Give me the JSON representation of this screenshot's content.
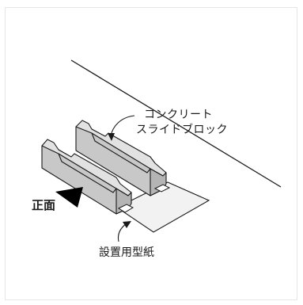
{
  "labels": {
    "concrete": "コンクリート",
    "slide_block": "スライドブロック",
    "front": "正面",
    "template_paper": "設置用型紙"
  },
  "colors": {
    "line": "#1a1a1a",
    "block_top": "#e2e2e2",
    "block_side": "#c8c8c8",
    "block_end": "#b4b4b4",
    "paper": "#f2f2f2",
    "arrow": "#000000"
  }
}
